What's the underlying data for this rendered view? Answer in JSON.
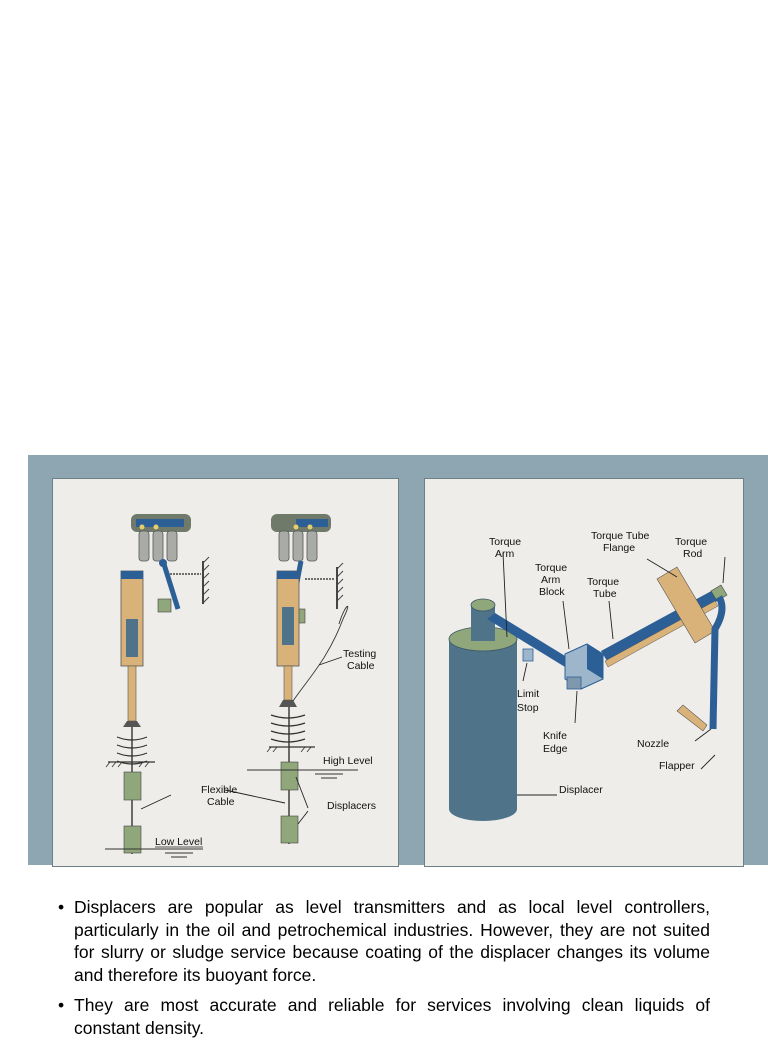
{
  "figure": {
    "left_panel": {
      "labels": {
        "testing_cable": [
          "Testing",
          "Cable"
        ],
        "high_level": "High Level",
        "flexible_cable": [
          "Flexible",
          "Cable"
        ],
        "displacers": "Displacers",
        "low_level": "Low Level"
      }
    },
    "right_panel": {
      "labels": {
        "torque_arm": [
          "Torque",
          "Arm"
        ],
        "torque_tube_flange": [
          "Torque Tube",
          "Flange"
        ],
        "torque_rod": [
          "Torque",
          "Rod"
        ],
        "torque_arm_block": [
          "Torque",
          "Arm",
          "Block"
        ],
        "torque_tube": [
          "Torque",
          "Tube"
        ],
        "limit_stop": [
          "Limit",
          "Stop"
        ],
        "knife_edge": [
          "Knife",
          "Edge"
        ],
        "nozzle": "Nozzle",
        "flapper": "Flapper",
        "displacer": "Displacer"
      }
    },
    "colors": {
      "frame": "#8ea5b2",
      "panel": "#efedea",
      "tan": "#d9b27a",
      "blue": "#2d5f97",
      "steel": "#4f748a",
      "green": "#8fa77a"
    }
  },
  "bullets": [
    "Displacers are popular as level transmitters and as local level controllers, particularly in the oil and petrochemical industries. However, they are not suited for slurry or sludge service because coating of the displacer changes its volume and therefore its buoyant force.",
    "They are most accurate and reliable for services involving clean liquids of constant density."
  ]
}
